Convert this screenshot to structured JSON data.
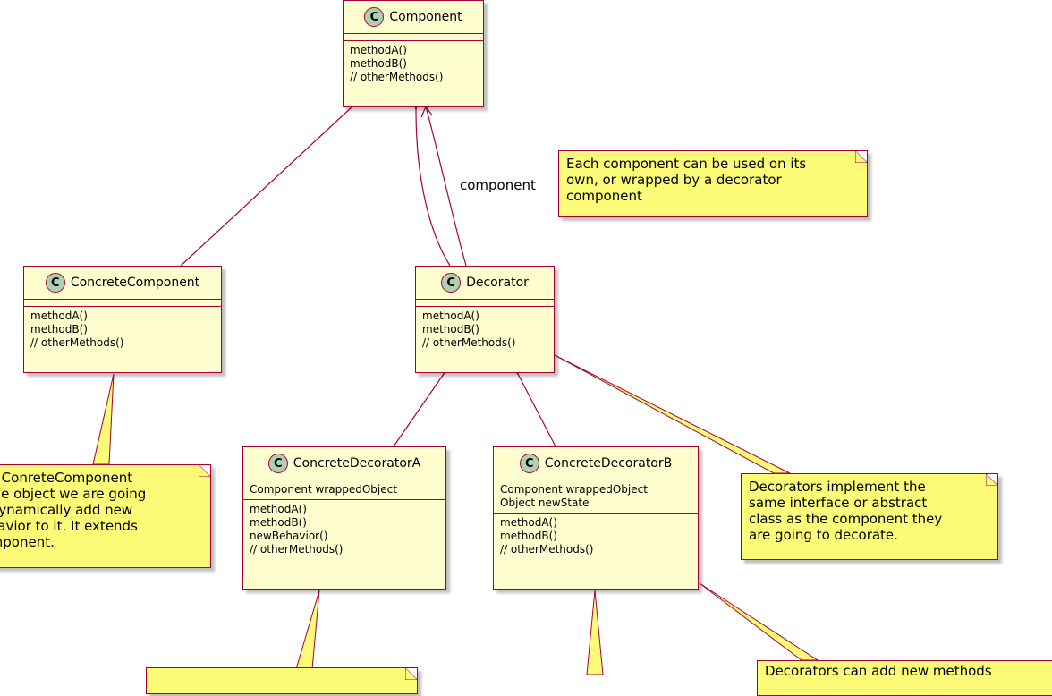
{
  "classes": {
    "component": {
      "stereotype": "C",
      "name": "Component",
      "fields": [],
      "methods": [
        "methodA()",
        "methodB()",
        "// otherMethods()"
      ]
    },
    "concrete_component": {
      "stereotype": "C",
      "name": "ConcreteComponent",
      "fields": [],
      "methods": [
        "methodA()",
        "methodB()",
        "// otherMethods()"
      ]
    },
    "decorator": {
      "stereotype": "C",
      "name": "Decorator",
      "fields": [],
      "methods": [
        "methodA()",
        "methodB()",
        "// otherMethods()"
      ]
    },
    "concrete_decorator_a": {
      "stereotype": "C",
      "name": "ConcreteDecoratorA",
      "fields": [
        "Component wrappedObject"
      ],
      "methods": [
        "methodA()",
        "methodB()",
        "newBehavior()",
        "// otherMethods()"
      ]
    },
    "concrete_decorator_b": {
      "stereotype": "C",
      "name": "ConcreteDecoratorB",
      "fields": [
        "Component wrappedObject",
        "Object newState"
      ],
      "methods": [
        "methodA()",
        "methodB()",
        "// otherMethods()"
      ]
    }
  },
  "notes": {
    "component_note": [
      "Each component can be used on its",
      "own, or wrapped by a decorator",
      "component"
    ],
    "concrete_component_note": [
      "The ConreteComponent",
      "is the object we are going",
      "to dynamically add new",
      "behavior to it. It extends",
      "Component."
    ],
    "decorator_note": [
      "Decorators implement the",
      "same interface or abstract",
      "class as the component they",
      "are going to decorate."
    ],
    "new_methods_note": [
      "Decorators can add new methods"
    ]
  },
  "edge_labels": {
    "component_association": "component"
  },
  "colors": {
    "class_fill": "#fefece",
    "border": "#a80036",
    "note_fill": "#fbfb77",
    "badge_fill": "#add1b2"
  }
}
